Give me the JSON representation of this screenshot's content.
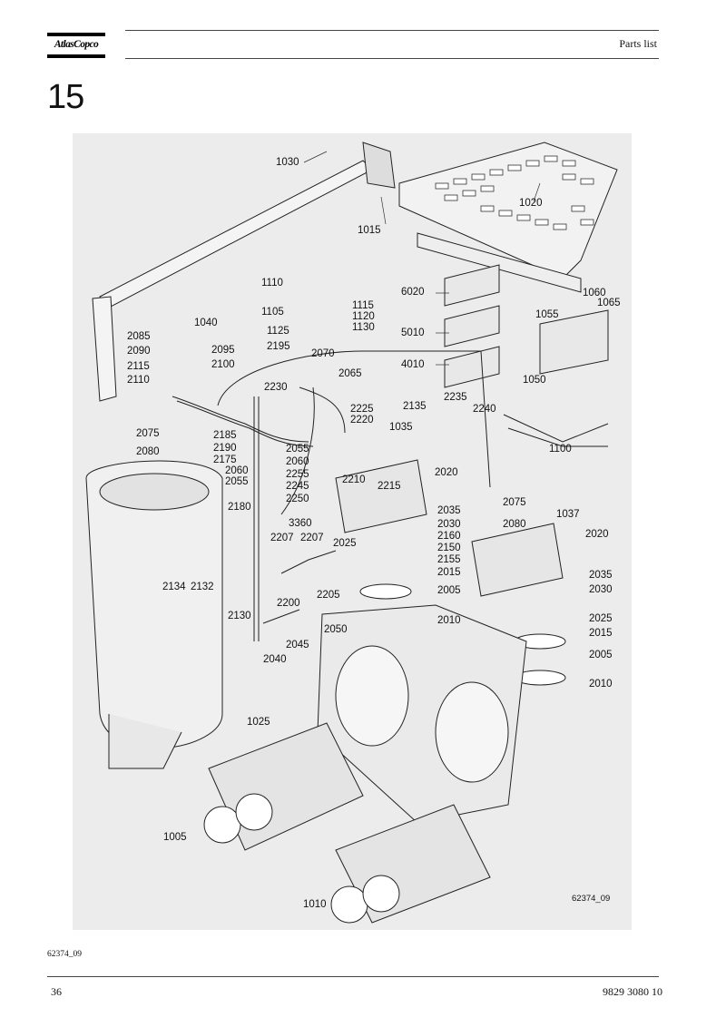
{
  "header": {
    "logo_text": "AtlasCopco",
    "title": "Parts list"
  },
  "section_number": "15",
  "drawing": {
    "reference": "62374_09",
    "callouts": [
      "1030",
      "1015",
      "1020",
      "1110",
      "6020",
      "1060",
      "1065",
      "1105",
      "1115",
      "1120",
      "1130",
      "1125",
      "1040",
      "1055",
      "5010",
      "2085",
      "2090",
      "2095",
      "2100",
      "2115",
      "2110",
      "2195",
      "2070",
      "4010",
      "1050",
      "2065",
      "2230",
      "2235",
      "2240",
      "2225",
      "2220",
      "2135",
      "1035",
      "2075",
      "2185",
      "2190",
      "2175",
      "2080",
      "2060",
      "2055",
      "2180",
      "1100",
      "2255",
      "2210",
      "2215",
      "2245",
      "2250",
      "2020",
      "2035",
      "2030",
      "3360",
      "2207",
      "2207",
      "2025",
      "2160",
      "2150",
      "2155",
      "2015",
      "2134",
      "2132",
      "2005",
      "2130",
      "2200",
      "2205",
      "2010",
      "2045",
      "2050",
      "2040",
      "1025",
      "1005",
      "1010",
      "2075",
      "2080",
      "1037",
      "2020",
      "2035",
      "2030",
      "2025",
      "2015",
      "2005",
      "2010",
      "2055",
      "2060"
    ]
  },
  "footer": {
    "figure_reference": "62374_09",
    "page_number": "36",
    "document_number": "9829 3080 10"
  }
}
